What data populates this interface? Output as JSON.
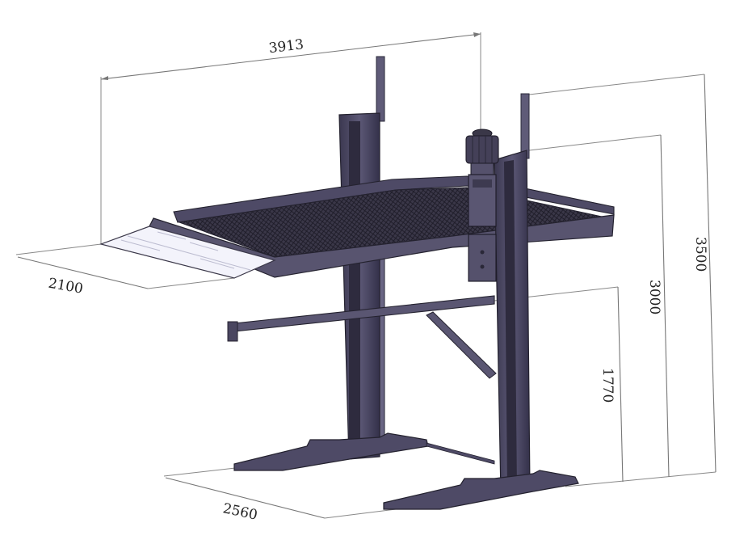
{
  "diagram": {
    "type": "two-post parking lift technical drawing",
    "colors": {
      "frame": "#4e4a66",
      "frame_dark": "#2e2b3e",
      "mesh": "#2f2c3c",
      "ramp": "#f3f3fb",
      "dimension_line": "#777777"
    },
    "dimensions": {
      "overall_length": "3913",
      "platform_width": "2100",
      "base_width": "2560",
      "max_height": "3500",
      "post_height": "3000",
      "lift_height": "1770"
    }
  }
}
